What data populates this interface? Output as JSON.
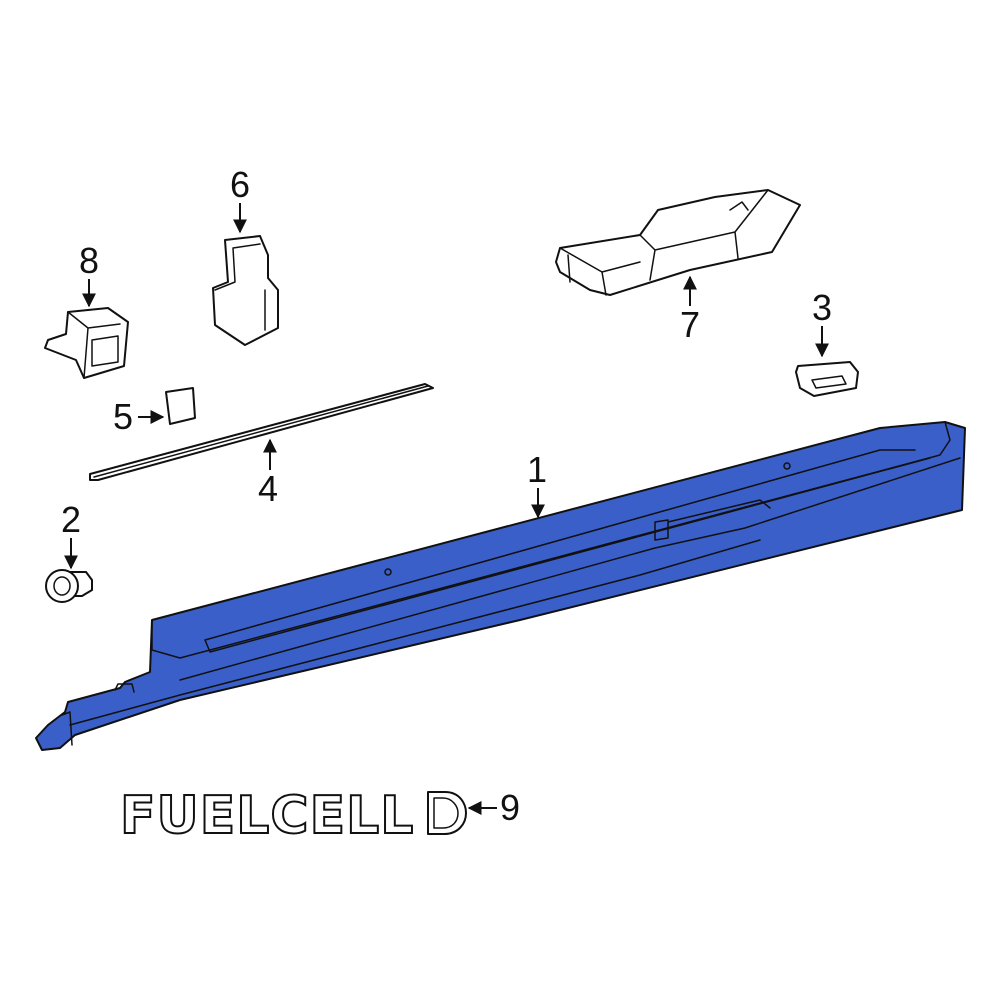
{
  "colors": {
    "highlight_part": "#3a5fc8",
    "outline": "#111111",
    "background": "#ffffff"
  },
  "callouts": {
    "c1": "1",
    "c2": "2",
    "c3": "3",
    "c4": "4",
    "c5": "5",
    "c6": "6",
    "c7": "7",
    "c8": "8",
    "c9": "9"
  },
  "emblem": {
    "text": "FUELCELL"
  }
}
